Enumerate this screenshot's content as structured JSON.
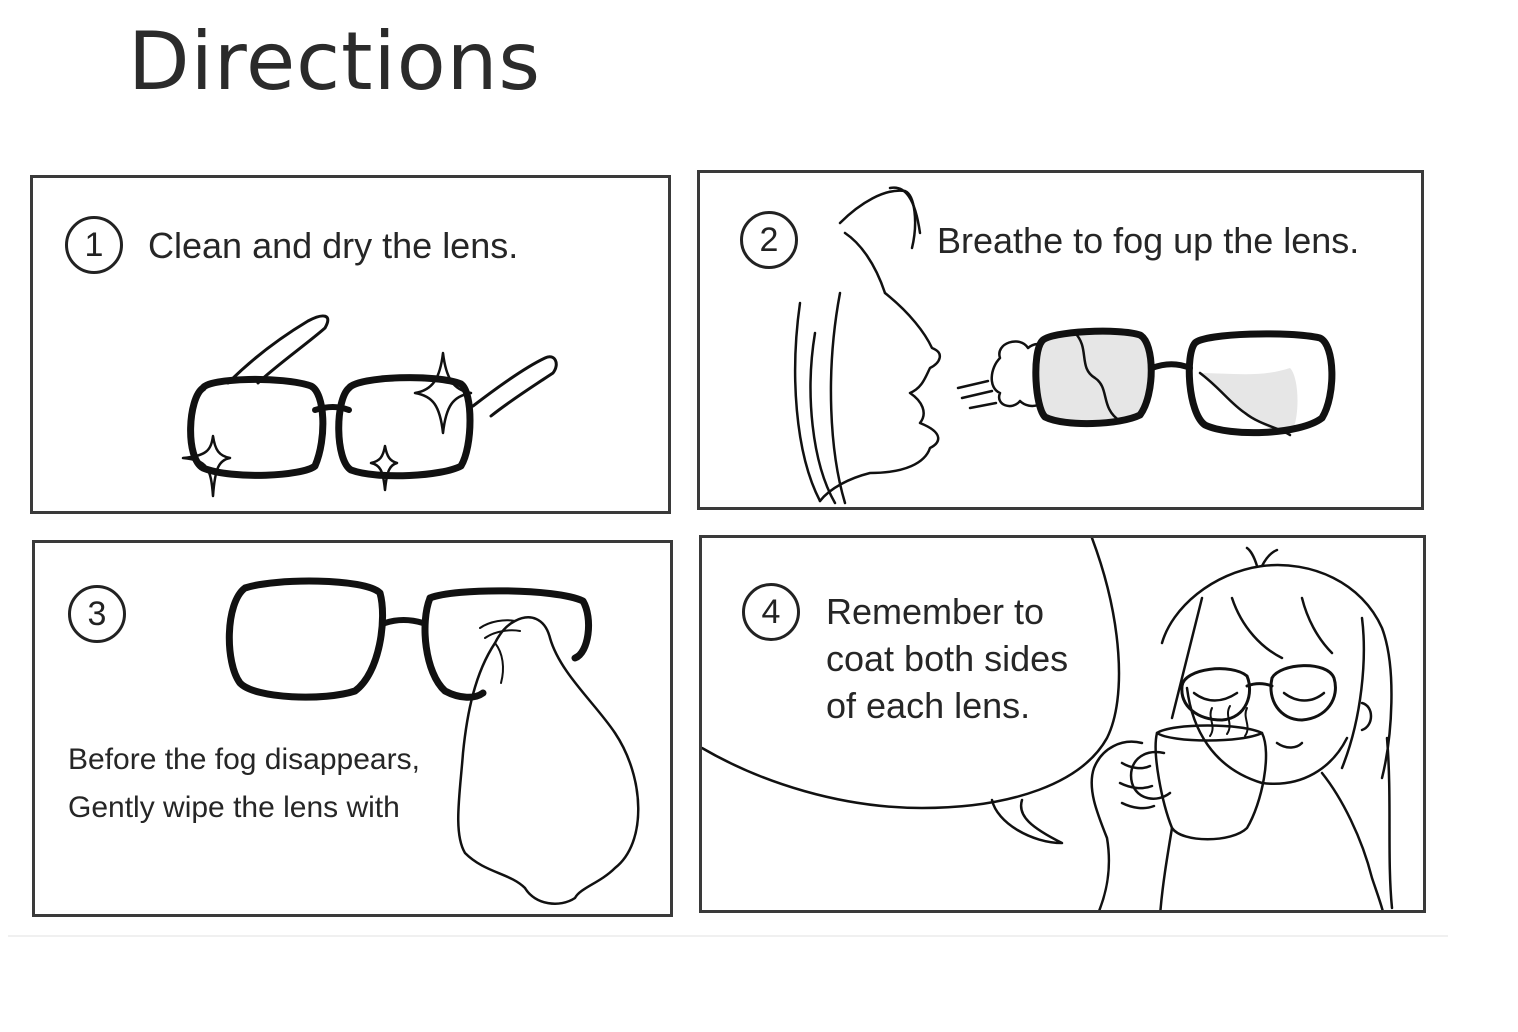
{
  "page": {
    "title": "Directions"
  },
  "steps": [
    {
      "number": "1",
      "caption": "Clean and dry the lens."
    },
    {
      "number": "2",
      "caption": "Breathe to fog up the lens."
    },
    {
      "number": "3",
      "caption_lines": [
        "Before the fog disappears,",
        "Gently wipe the lens with"
      ]
    },
    {
      "number": "4",
      "caption_lines": [
        "Remember to",
        "coat both sides",
        "of each lens."
      ]
    }
  ],
  "colors": {
    "ink": "#111111",
    "frame": "#3a3a3a",
    "fog": "#e6e6e6"
  }
}
